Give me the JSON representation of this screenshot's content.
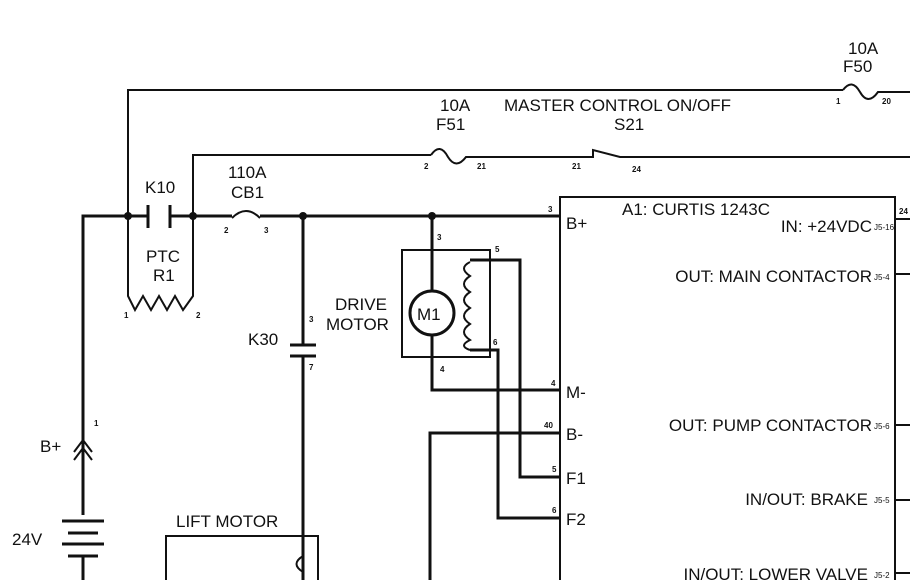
{
  "title": "A1: CURTIS 1243C",
  "components": {
    "f50": {
      "rating": "10A",
      "ref": "F50",
      "pins": [
        "1",
        "20"
      ]
    },
    "f51": {
      "rating": "10A",
      "ref": "F51",
      "pins": [
        "2",
        "21"
      ]
    },
    "s21": {
      "name": "MASTER CONTROL ON/OFF",
      "ref": "S21",
      "pins": [
        "21",
        "24"
      ]
    },
    "k10": {
      "ref": "K10"
    },
    "r1": {
      "type": "PTC",
      "ref": "R1",
      "pins": [
        "1",
        "2"
      ]
    },
    "cb1": {
      "rating": "110A",
      "ref": "CB1",
      "pins": [
        "2",
        "3"
      ]
    },
    "k30": {
      "ref": "K30",
      "pins": [
        "3",
        "7"
      ]
    },
    "m1": {
      "ref": "M1",
      "label_line1": "DRIVE",
      "label_line2": "MOTOR",
      "pins": [
        "3",
        "5",
        "6",
        "4"
      ]
    },
    "battery": {
      "voltage": "24V",
      "connector": "B+",
      "pin": "1"
    },
    "lift_motor": {
      "label": "LIFT MOTOR"
    }
  },
  "controller": {
    "left_terminals": [
      {
        "label": "B+",
        "pin": "3"
      },
      {
        "label": "M-",
        "pin": "4"
      },
      {
        "label": "B-",
        "pin": "40"
      },
      {
        "label": "F1",
        "pin": "5"
      },
      {
        "label": "F2",
        "pin": "6"
      }
    ],
    "right_terminals": [
      {
        "label": "IN: +24VDC",
        "jpin": "J5-16",
        "wire": "24"
      },
      {
        "label": "OUT: MAIN CONTACTOR",
        "jpin": "J5-4"
      },
      {
        "label": "OUT: PUMP CONTACTOR",
        "jpin": "J5-6"
      },
      {
        "label": "IN/OUT: BRAKE",
        "jpin": "J5-5"
      },
      {
        "label": "IN/OUT: LOWER VALVE",
        "jpin": "J5-2"
      }
    ]
  }
}
